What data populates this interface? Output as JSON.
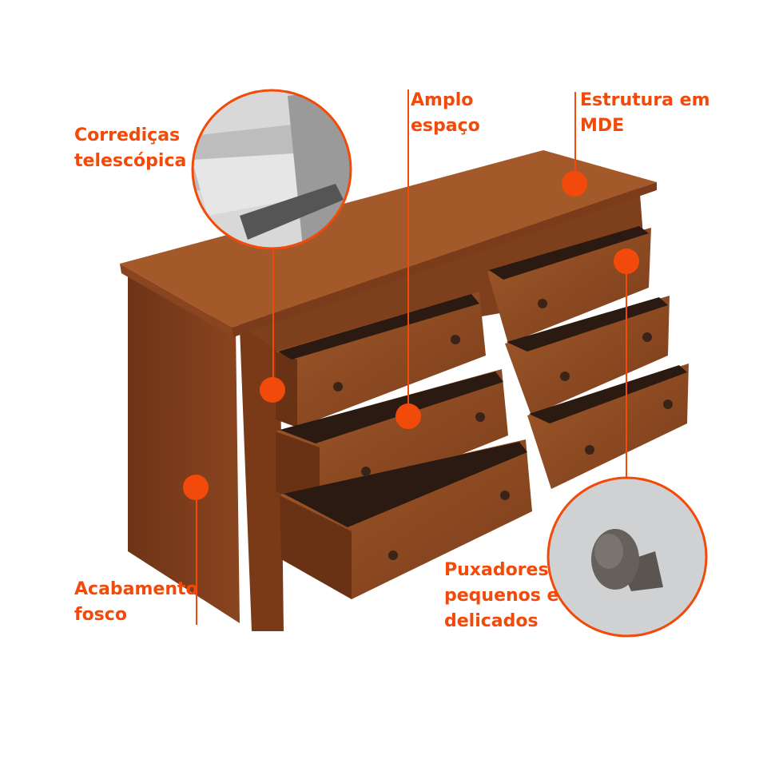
{
  "accent_color": "#f24a0a",
  "wood_color": "#8a4a22",
  "callouts": [
    {
      "id": "slides",
      "lines": [
        "Corrediças",
        "telescópica"
      ],
      "icon": "drawer-slide-detail-image"
    },
    {
      "id": "space",
      "lines": [
        "Amplo",
        "espaço"
      ]
    },
    {
      "id": "structure",
      "lines": [
        "Estrutura em",
        "MDE"
      ]
    },
    {
      "id": "finish",
      "lines": [
        "Acabamento",
        "fosco"
      ]
    },
    {
      "id": "handles",
      "lines": [
        "Puxadores",
        "pequenos e",
        "delicados"
      ],
      "icon": "knob-detail-image"
    }
  ]
}
